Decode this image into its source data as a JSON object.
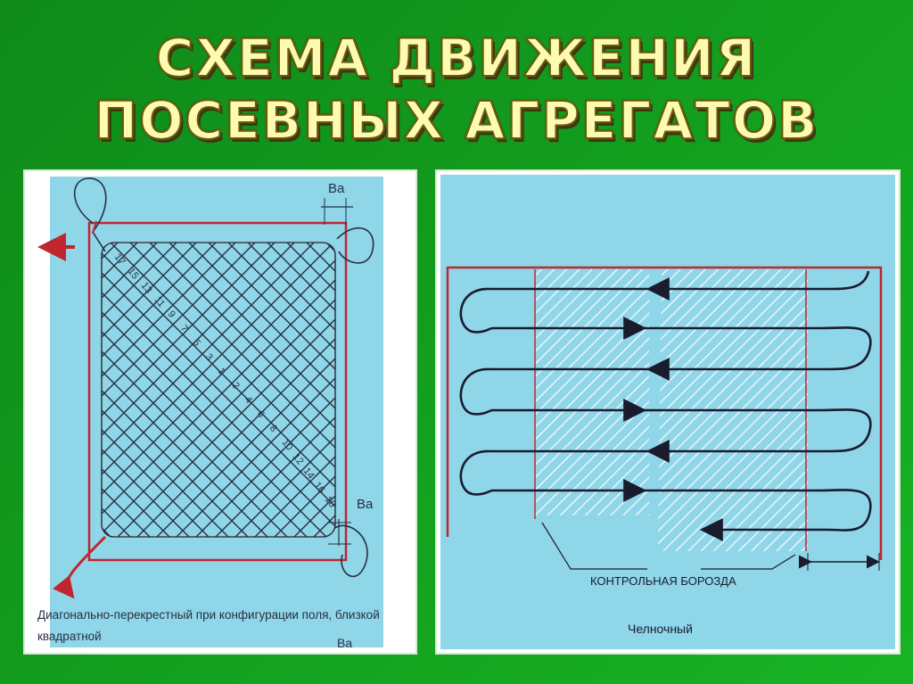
{
  "title": {
    "line1": "СХЕМА ДВИЖЕНИЯ",
    "line2": "ПОСЕВНЫХ АГРЕГАТОВ"
  },
  "left_panel": {
    "width_label_top": "Ва",
    "width_label_right": "Ва",
    "width_label_bottom": "Ва",
    "caption_line1": "Диагонально-перекрестный при конфигурации поля, близкой",
    "caption_line2": "квадратной",
    "pass_numbers_upper": [
      "17",
      "15",
      "13",
      "11",
      "9",
      "7",
      "5",
      "3",
      "1"
    ],
    "pass_numbers_lower": [
      "2",
      "4",
      "6",
      "8",
      "10",
      "12",
      "14",
      "16",
      "18"
    ]
  },
  "right_panel": {
    "control_furrow_label": "КОНТРОЛЬНАЯ БОРОЗДА",
    "caption": "Челночный"
  },
  "colors": {
    "background": "#129a1d",
    "diagram_bg": "#8fd6e8",
    "field_border": "#c0262e",
    "path": "#1b1b2e",
    "title_text": "#fdfbb0"
  }
}
